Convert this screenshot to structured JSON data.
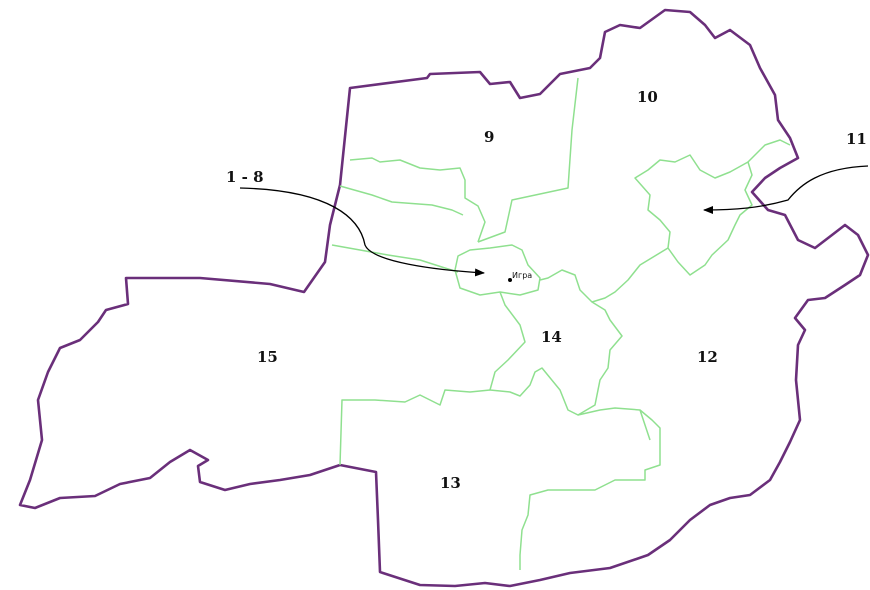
{
  "map": {
    "district_numbers": [
      "9",
      "10",
      "11",
      "12",
      "13",
      "14",
      "15"
    ],
    "pointer_labels": {
      "central": "1 - 8",
      "east": "11"
    },
    "town": "Игра",
    "colors": {
      "outer_border": "#6a2f7a",
      "inner_borders": "#8fe08f",
      "arrows": "#000000"
    }
  }
}
